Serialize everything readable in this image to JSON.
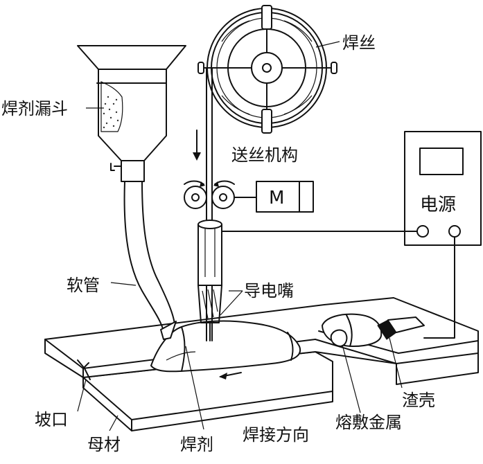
{
  "labels": {
    "flux_hopper": "焊剂漏斗",
    "wire": "焊丝",
    "wire_feeder": "送丝机构",
    "motor": "M",
    "power_source": "电源",
    "hose": "软管",
    "contact_tip": "导电嘴",
    "groove": "坡口",
    "base_metal": "母材",
    "flux": "焊剂",
    "welding_direction": "焊接方向",
    "molten_metal": "熔敷金属",
    "slag_shell": "渣壳"
  },
  "colors": {
    "line": "#111111",
    "background": "#ffffff",
    "flux_dots": "#333333",
    "slag_fill": "#111111"
  }
}
